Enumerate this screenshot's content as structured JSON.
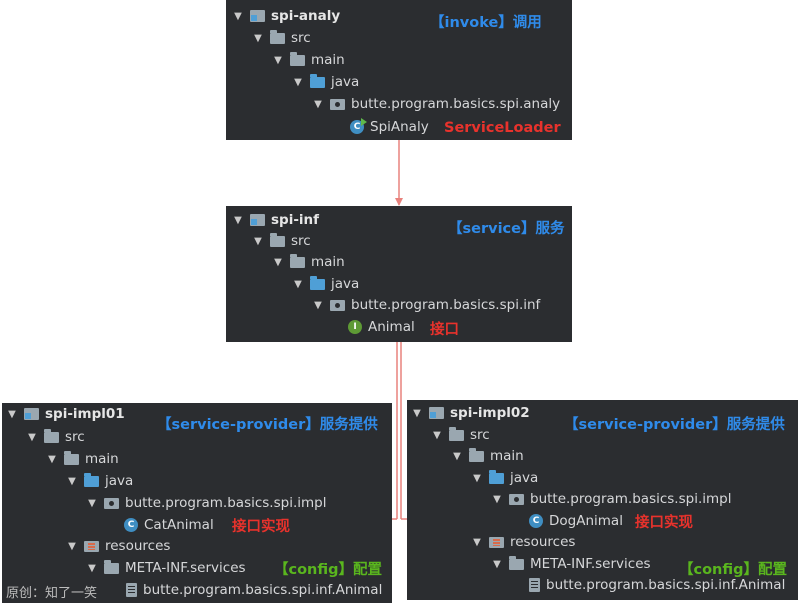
{
  "top": {
    "module": "spi-analy",
    "src": "src",
    "main": "main",
    "java": "java",
    "package": "butte.program.basics.spi.analy",
    "class_name": "SpiAnaly",
    "tag": "【invoke】调用",
    "note": "ServiceLoader"
  },
  "middle": {
    "module": "spi-inf",
    "src": "src",
    "main": "main",
    "java": "java",
    "package": "butte.program.basics.spi.inf",
    "class_name": "Animal",
    "tag": "【service】服务",
    "note": "接口"
  },
  "left": {
    "module": "spi-impl01",
    "src": "src",
    "main": "main",
    "java": "java",
    "package": "butte.program.basics.spi.impl",
    "class_name": "CatAnimal",
    "resources": "resources",
    "meta": "META-INF.services",
    "service_file": "butte.program.basics.spi.inf.Animal",
    "tag": "【service-provider】服务提供",
    "note": "接口实现",
    "config_tag": "【config】配置",
    "watermark": "原创：知了一笑"
  },
  "right": {
    "module": "spi-impl02",
    "src": "src",
    "main": "main",
    "java": "java",
    "package": "butte.program.basics.spi.impl",
    "class_name": "DogAnimal",
    "resources": "resources",
    "meta": "META-INF.services",
    "service_file": "butte.program.basics.spi.inf.Animal",
    "tag": "【service-provider】服务提供",
    "note": "接口实现",
    "config_tag": "【config】配置"
  },
  "icons": {
    "expand": "triangle-down-icon",
    "folder": "folder-icon",
    "module": "module-icon",
    "package": "package-icon",
    "class": "class-icon",
    "interface": "interface-icon",
    "resources": "resources-folder-icon",
    "file": "text-file-icon"
  },
  "colors": {
    "panel_bg": "#2b2d30",
    "tag_blue": "#2f8bea",
    "tag_red": "#e8322c",
    "tag_green": "#5ab61e",
    "connector": "#e8827d"
  }
}
